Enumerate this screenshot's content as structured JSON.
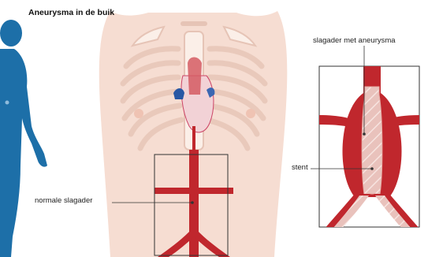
{
  "diagram": {
    "title": "Aneurysma in de buik",
    "labels": {
      "normal_artery": "normale slagader",
      "aneurysm_artery": "slagader met aneurysma",
      "stent": "stent"
    }
  },
  "colors": {
    "figure_blue": "#1d6fa8",
    "skin": "#f6ddd2",
    "bone": "#fbefe8",
    "bone_outline": "#e6c4b6",
    "artery_red": "#c0272d",
    "stent_light": "#e7b9b3",
    "frame": "#333333"
  }
}
